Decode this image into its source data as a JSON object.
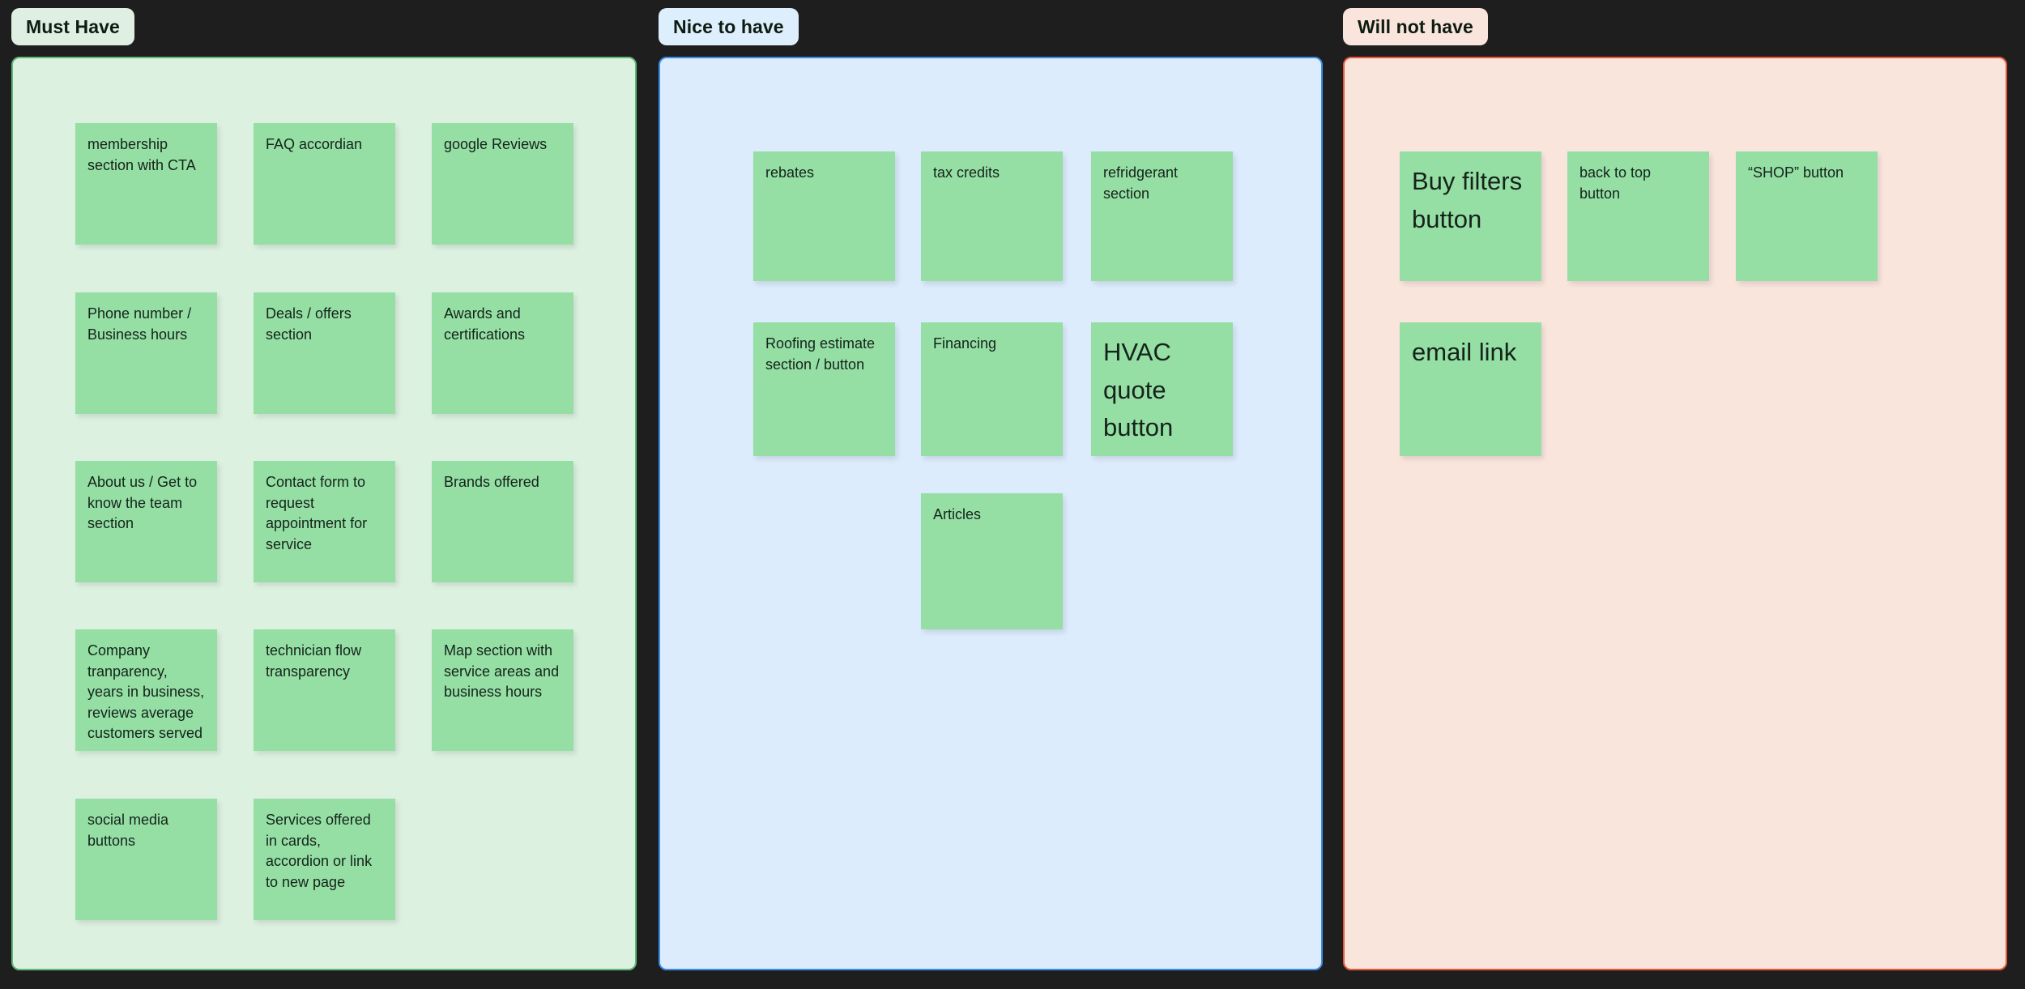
{
  "board": {
    "background_color": "#1e1e1e",
    "note_color": "#95dfa5",
    "note_text_color": "#15231a"
  },
  "frames": [
    {
      "id": "must-have",
      "label": "Must Have",
      "accent_color": "#62b97a",
      "fill_color": "#ddf1e1",
      "notes": [
        {
          "text": "membership\nsection with CTA",
          "size": "sm"
        },
        {
          "text": "FAQ accordian",
          "size": "sm"
        },
        {
          "text": "google Reviews",
          "size": "sm"
        },
        {
          "text": "Phone number /\nBusiness hours",
          "size": "sm"
        },
        {
          "text": "Deals / offers\nsection",
          "size": "sm"
        },
        {
          "text": "Awards and\ncertifications",
          "size": "sm"
        },
        {
          "text": "About us / Get to\nknow the team\nsection",
          "size": "sm"
        },
        {
          "text": "Contact form to\nrequest\nappointment for\nservice",
          "size": "sm"
        },
        {
          "text": "Brands offered",
          "size": "sm"
        },
        {
          "text": "Company\ntranparency,\nyears in business,\nreviews average\ncustomers served",
          "size": "sm"
        },
        {
          "text": "technician flow\ntransparency",
          "size": "sm"
        },
        {
          "text": "Map section with\nservice areas and\nbusiness hours",
          "size": "sm"
        },
        {
          "text": "social media\nbuttons",
          "size": "sm"
        },
        {
          "text": "Services offered\nin cards,\naccordion or link\nto new page",
          "size": "sm"
        }
      ]
    },
    {
      "id": "nice-to-have",
      "label": "Nice to have",
      "accent_color": "#3b8ce8",
      "fill_color": "#dcecfc",
      "notes": [
        {
          "text": "rebates",
          "size": "sm"
        },
        {
          "text": "tax credits",
          "size": "sm"
        },
        {
          "text": "refridgerant\nsection",
          "size": "sm"
        },
        {
          "text": "Roofing estimate\nsection / button",
          "size": "sm"
        },
        {
          "text": "Financing",
          "size": "sm"
        },
        {
          "text": "HVAC\nquote\nbutton",
          "size": "lg"
        },
        {
          "text": "Articles",
          "size": "sm"
        }
      ]
    },
    {
      "id": "will-not-have",
      "label": "Will not have",
      "accent_color": "#e8583a",
      "fill_color": "#fae5dd",
      "notes": [
        {
          "text": "Buy filters\nbutton",
          "size": "lg"
        },
        {
          "text": "back to top\nbutton",
          "size": "sm"
        },
        {
          "text": "“SHOP” button",
          "size": "sm"
        },
        {
          "text": "email link",
          "size": "lg"
        }
      ]
    }
  ]
}
